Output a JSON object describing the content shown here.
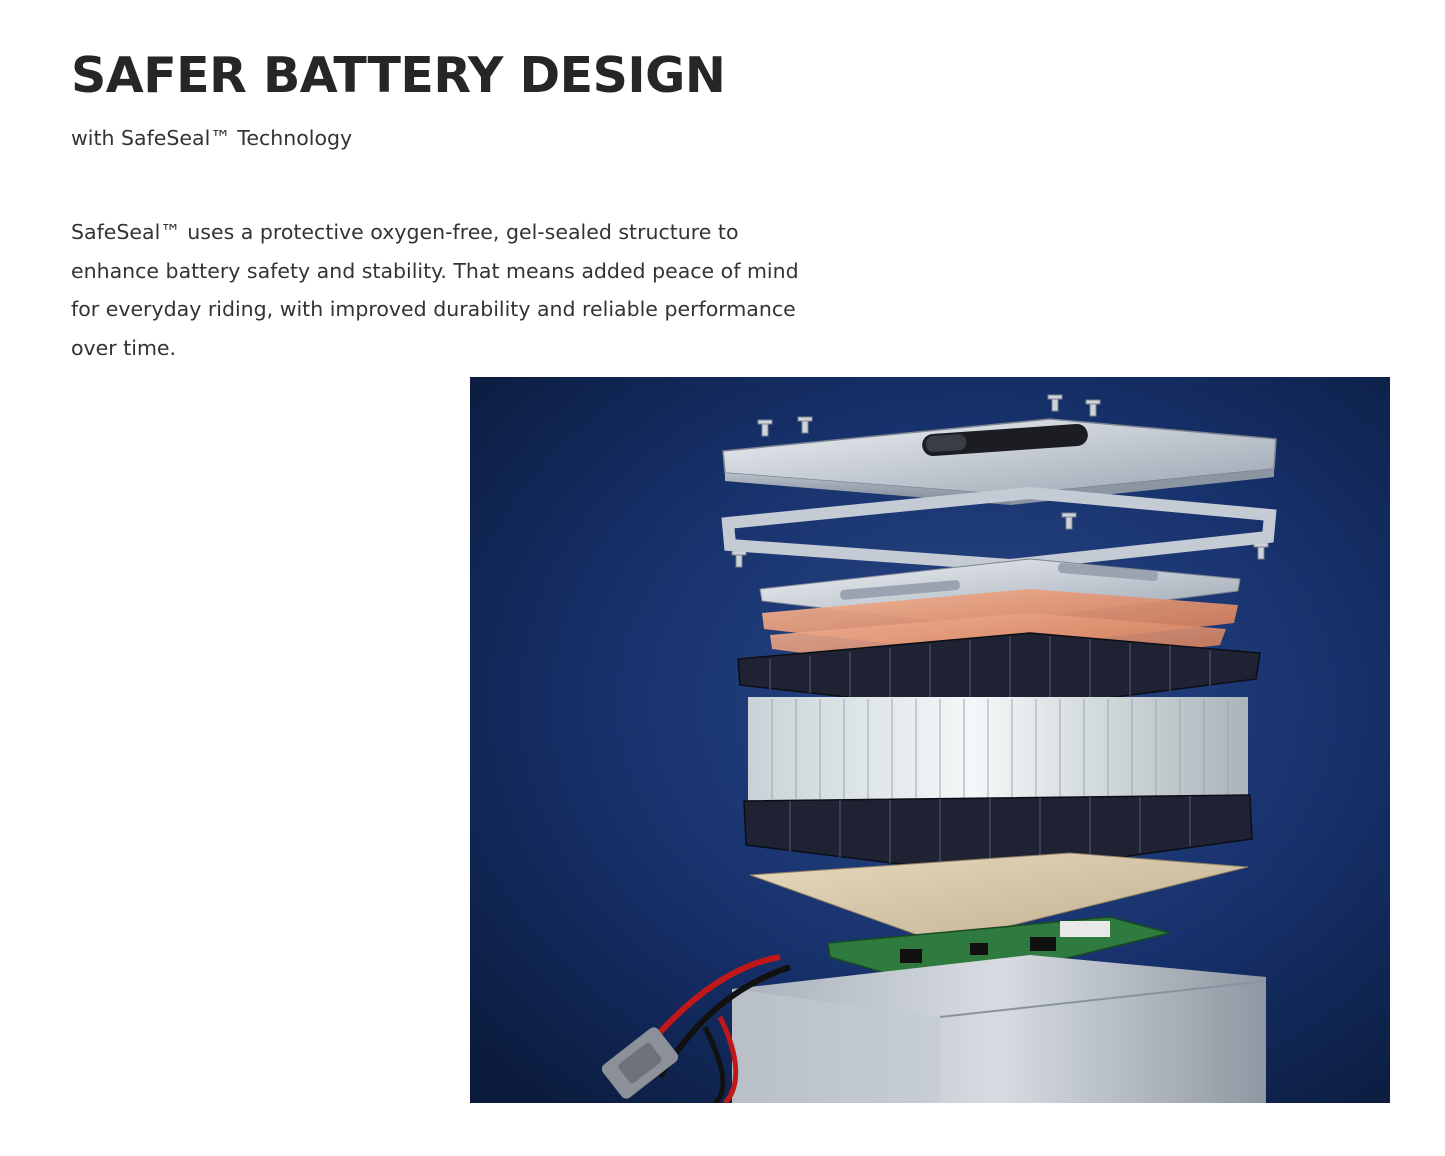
{
  "section": {
    "title": "SAFER BATTERY DESIGN",
    "subtitle": "with SafeSeal™ Technology",
    "description": "SafeSeal™ uses a protective oxygen-free, gel-sealed structure to enhance battery safety and stability. That means added peace of mind for everyday riding, with improved durability and reliable performance over time."
  },
  "image": {
    "subject": "exploded-view-battery-pack",
    "colors": {
      "background": "#10244b",
      "metal": "#c9ced6",
      "copper": "#d88a66",
      "cell_frame": "#1f2232",
      "cells": "#dfe6e8",
      "pcb": "#2f7a3e"
    }
  }
}
